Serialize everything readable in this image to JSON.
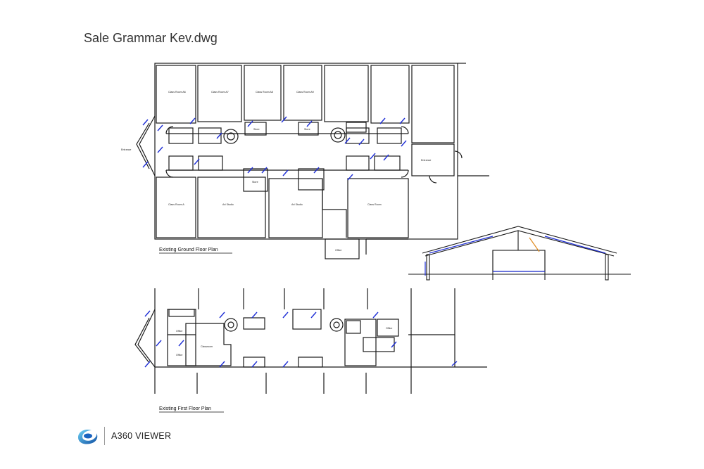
{
  "document": {
    "title": "Sale Grammar Kev.dwg"
  },
  "drawing": {
    "ground_floor_label": "Existing Ground Floor Plan",
    "first_floor_label": "Existing First Floor Plan",
    "rooms_ground": {
      "class_a6": "Class Room A6",
      "class_a7": "Class Room A7",
      "class_a8": "Class Room A8",
      "class_a9": "Class Room A9",
      "class_a": "Class Room A",
      "art_studio": "Art Studio",
      "art_studio_2": "Art Studio",
      "class_room": "Class Room",
      "entrance_left": "Entrance",
      "entrance_right": "Entrance",
      "store_1": "Store",
      "store_2": "Store",
      "store_3": "Store",
      "office": "Office"
    },
    "rooms_first": {
      "office_1": "Office",
      "office_2": "Office",
      "office_3": "Office",
      "classroom": "Classroom"
    },
    "line_color": "#1a1a1a",
    "accent_color": "#1f2fd6",
    "highlight_color": "#e08a1e"
  },
  "footer": {
    "brand": "A360 VIEWER"
  }
}
